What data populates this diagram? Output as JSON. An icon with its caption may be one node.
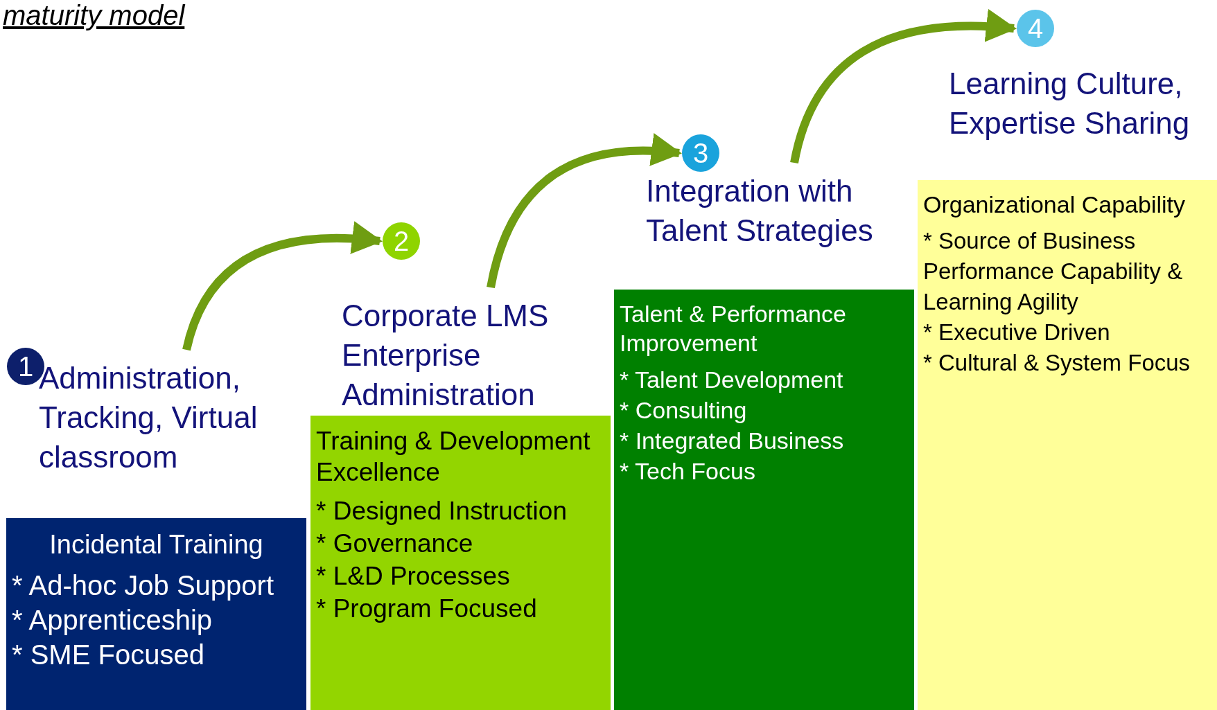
{
  "diagram": {
    "title": "maturity model",
    "nodes": [
      {
        "text": [
          "1"
        ]
      },
      {
        "text": [
          "Administration, Tracking, Virtual classroom",
          "Incidental Training",
          "* Ad-hoc Job Support",
          "* Apprenticeship",
          "* SME Focused"
        ]
      },
      {
        "text": [
          "2"
        ]
      },
      {
        "text": [
          "Corporate LMS Enterprise Administration",
          "Training & Development Excellence",
          "* Designed Instruction",
          "* Governance",
          "* L&D Processes",
          "* Program Focused"
        ]
      },
      {
        "text": [
          "3"
        ]
      },
      {
        "text": [
          "Integration with Talent Strategies",
          "Talent & Performance Improvement",
          "* Talent Development",
          "* Consulting",
          "* Integrated Business",
          "* Tech Focus"
        ]
      },
      {
        "text": [
          "4"
        ]
      },
      {
        "text": [
          "Learning Culture, Expertise Sharing",
          "Organizational Capability",
          "* Source of Business Performance Capability & Learning Agility",
          "* Executive Driven",
          "* Cultural & System Focus"
        ]
      }
    ],
    "edges": [
      {
        "from": 1,
        "to": 2,
        "arrow": "to"
      },
      {
        "from": 3,
        "to": 4,
        "arrow": "to"
      },
      {
        "from": 5,
        "to": 6,
        "arrow": "to"
      }
    ]
  }
}
